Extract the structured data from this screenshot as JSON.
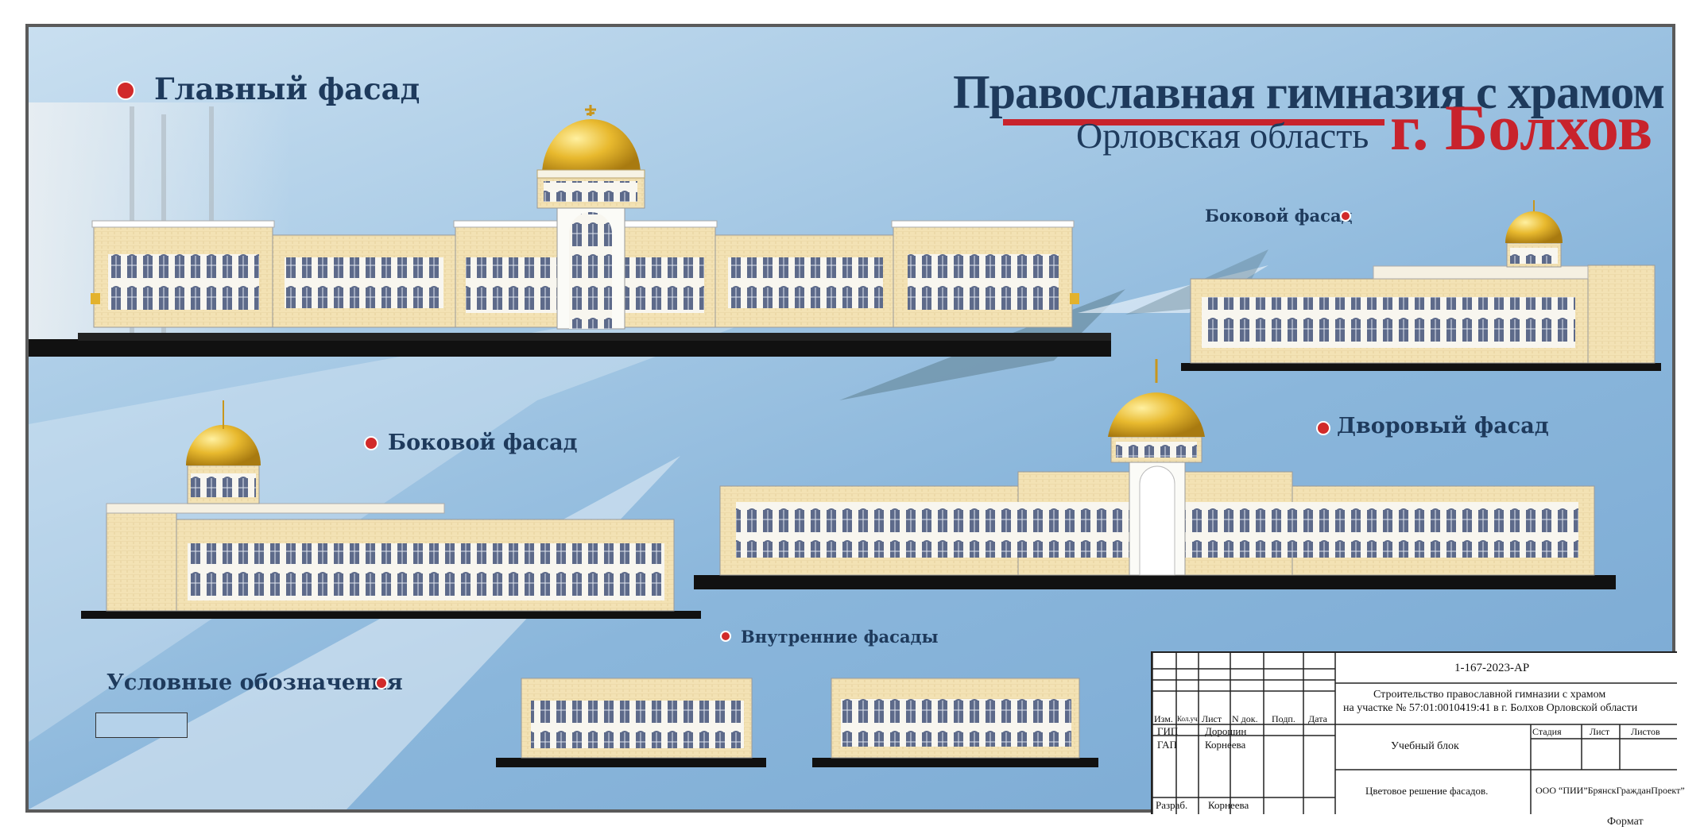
{
  "header": {
    "title_main": "Православная гимназия с храмом",
    "title_region": "Орловская область",
    "title_city": "г. Болхов"
  },
  "views": {
    "main_facade": "Главный фасад",
    "side_facade_right": "Боковой фасад",
    "side_facade_left": "Боковой фасад",
    "courtyard_facade": "Дворовый фасад",
    "inner_facades": "Внутренние фасады"
  },
  "legend": {
    "title": "Условные обозначения"
  },
  "title_block": {
    "code": "1-167-2023-АР",
    "project_line1": "Строительство православной гимназии с храмом",
    "project_line2": "на участке № 57:01:0010419:41 в г. Болхов Орловской области",
    "header_cols": [
      "Изм.",
      "Кол.уч.",
      "Лист",
      "N док.",
      "Подп.",
      "Дата"
    ],
    "roles": [
      {
        "role": "ГИП",
        "name": "Дорошин"
      },
      {
        "role": "ГАП",
        "name": "Корнеева"
      },
      {
        "role": "Разраб.",
        "name": "Корнеева"
      }
    ],
    "building": "Учебный блок",
    "stage_cols": [
      "Стадия",
      "Лист",
      "Листов"
    ],
    "sheet_title": "Цветовое решение фасадов.",
    "organization": "ООО “ПИИ”БрянскГражданПроект”",
    "format_label": "Формат"
  },
  "colors": {
    "accent_red": "#c8232c",
    "text_navy": "#1e3a5c",
    "wall_cream": "#f1dfae",
    "dome_gold": "#e3b22c"
  }
}
